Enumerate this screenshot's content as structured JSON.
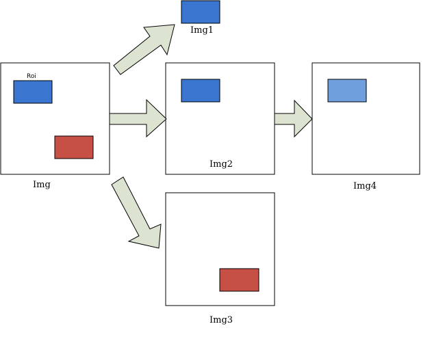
{
  "diagram": {
    "labels": {
      "img": "Img",
      "img1": "Img1",
      "img2": "Img2",
      "img3": "Img3",
      "img4": "Img4",
      "roi": "Roi"
    },
    "colors": {
      "blue": "#3a76cf",
      "light_blue": "#6f9fdc",
      "red": "#c65046",
      "arrow_fill": "#dde3d1",
      "outline": "#000000"
    }
  }
}
